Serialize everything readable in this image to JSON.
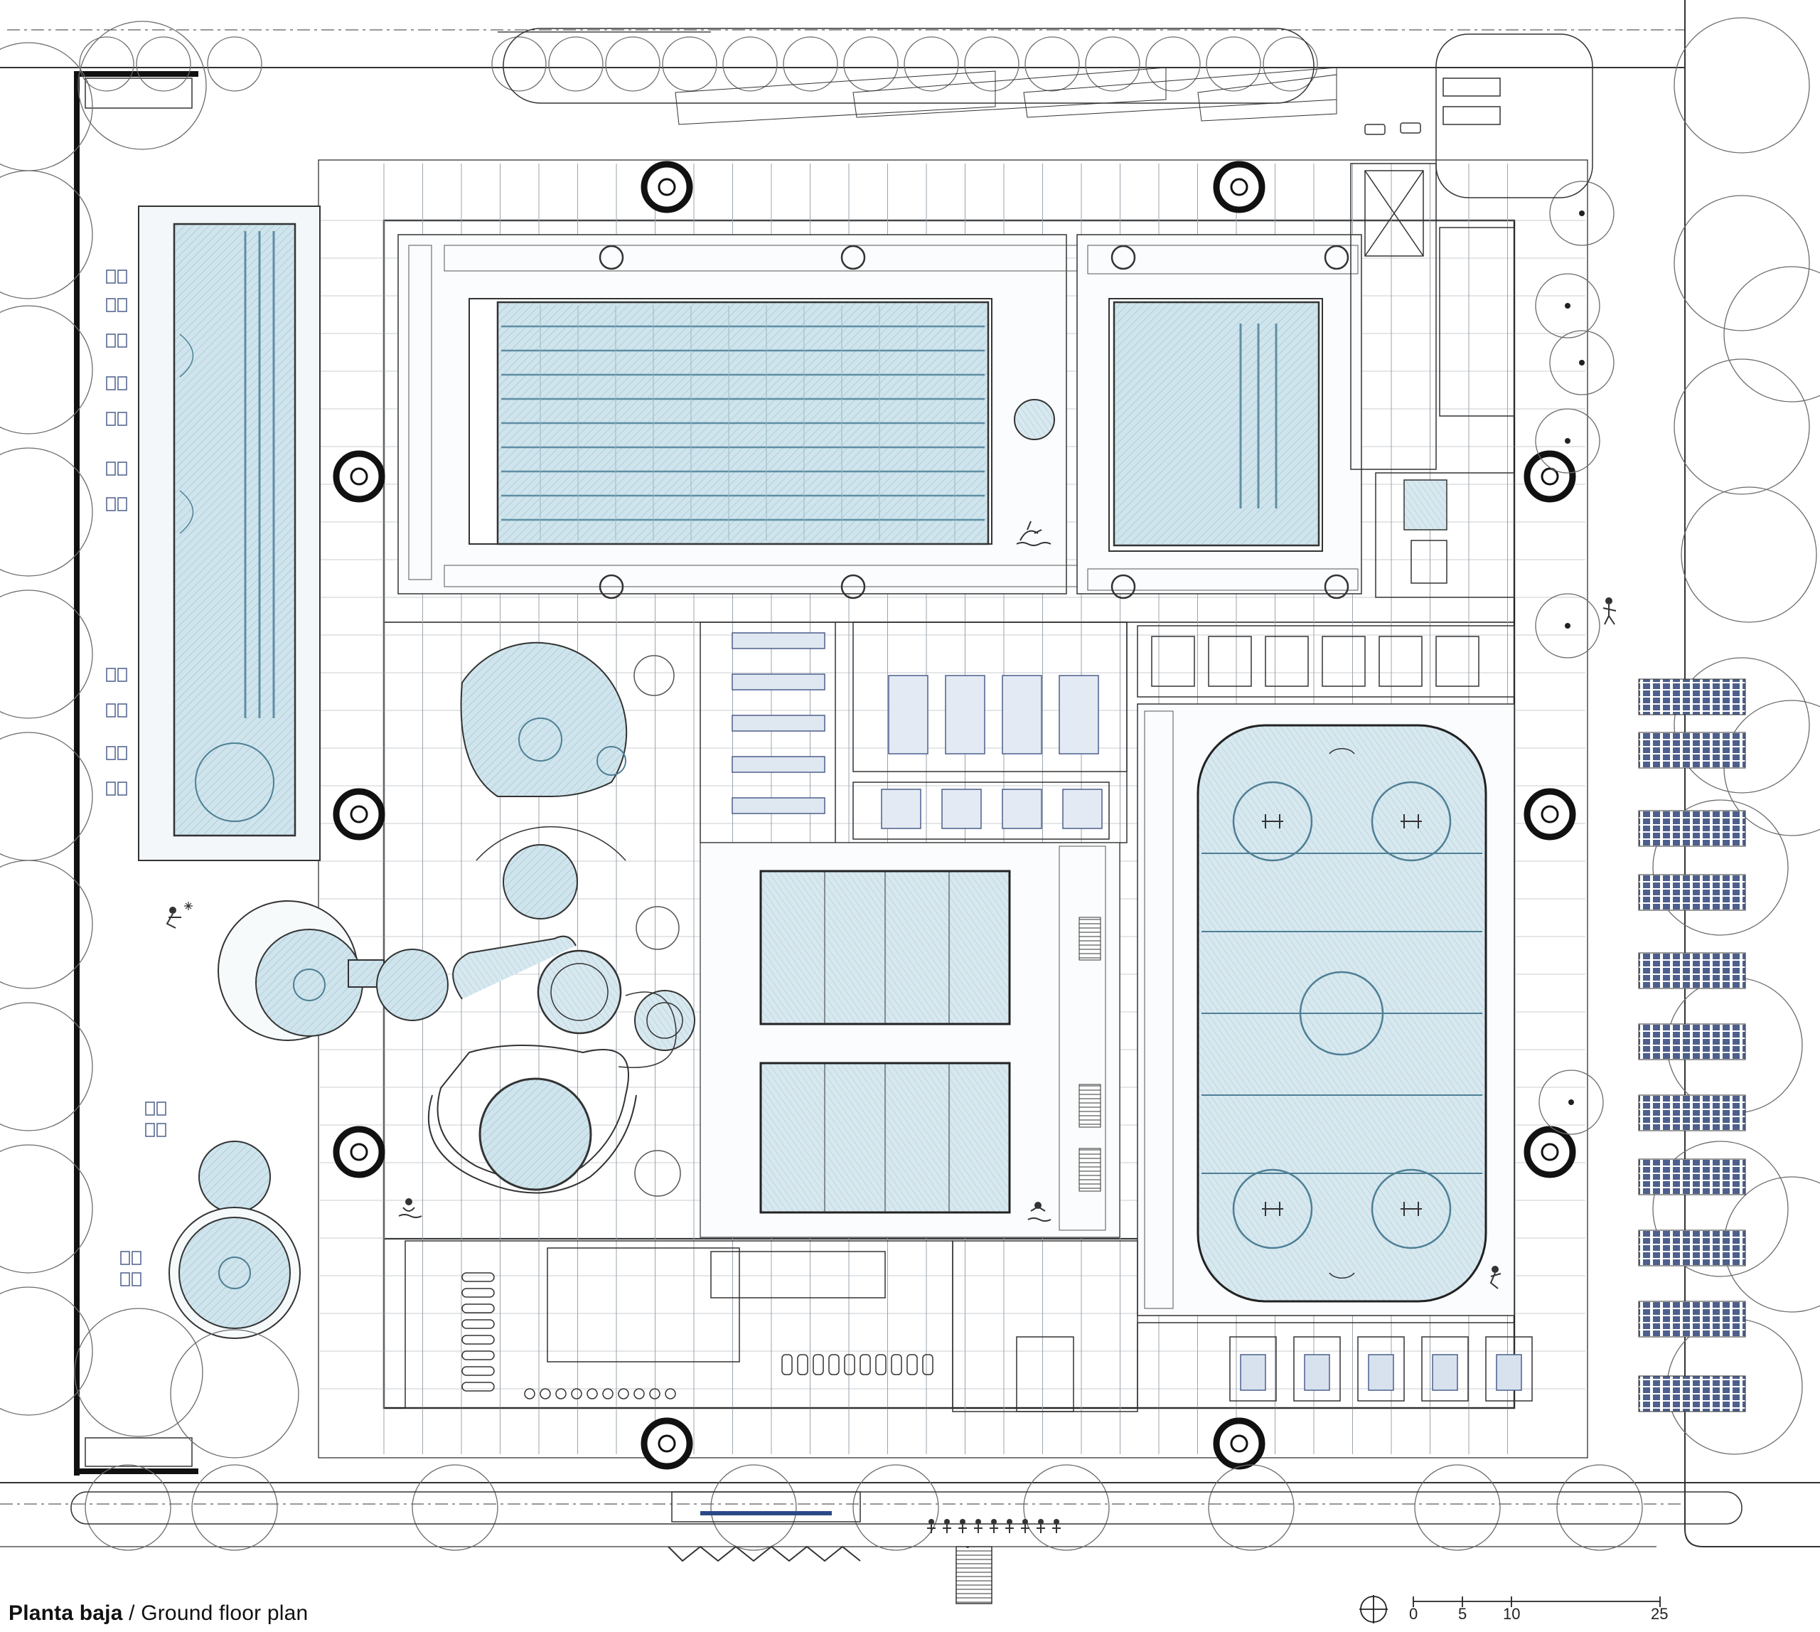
{
  "caption": {
    "title_bold": "Planta baja",
    "separator": " / ",
    "title_en": "Ground floor plan"
  },
  "scale_bar": {
    "labels": [
      "0",
      "5",
      "10",
      "25"
    ]
  },
  "colors": {
    "line": "#2a2a2a",
    "wall": "#111111",
    "water": "#c9e0ea",
    "water_line": "#5f8ea3",
    "blue_block": "#5a6e9a",
    "grid": "#9aa4ad",
    "landscape": "#6b6b6b"
  },
  "icons": [
    "north-arrow-icon",
    "swimmer-icon",
    "skater-icon",
    "diver-icon",
    "hockey-player-icon",
    "tree-icon",
    "car-icon"
  ]
}
